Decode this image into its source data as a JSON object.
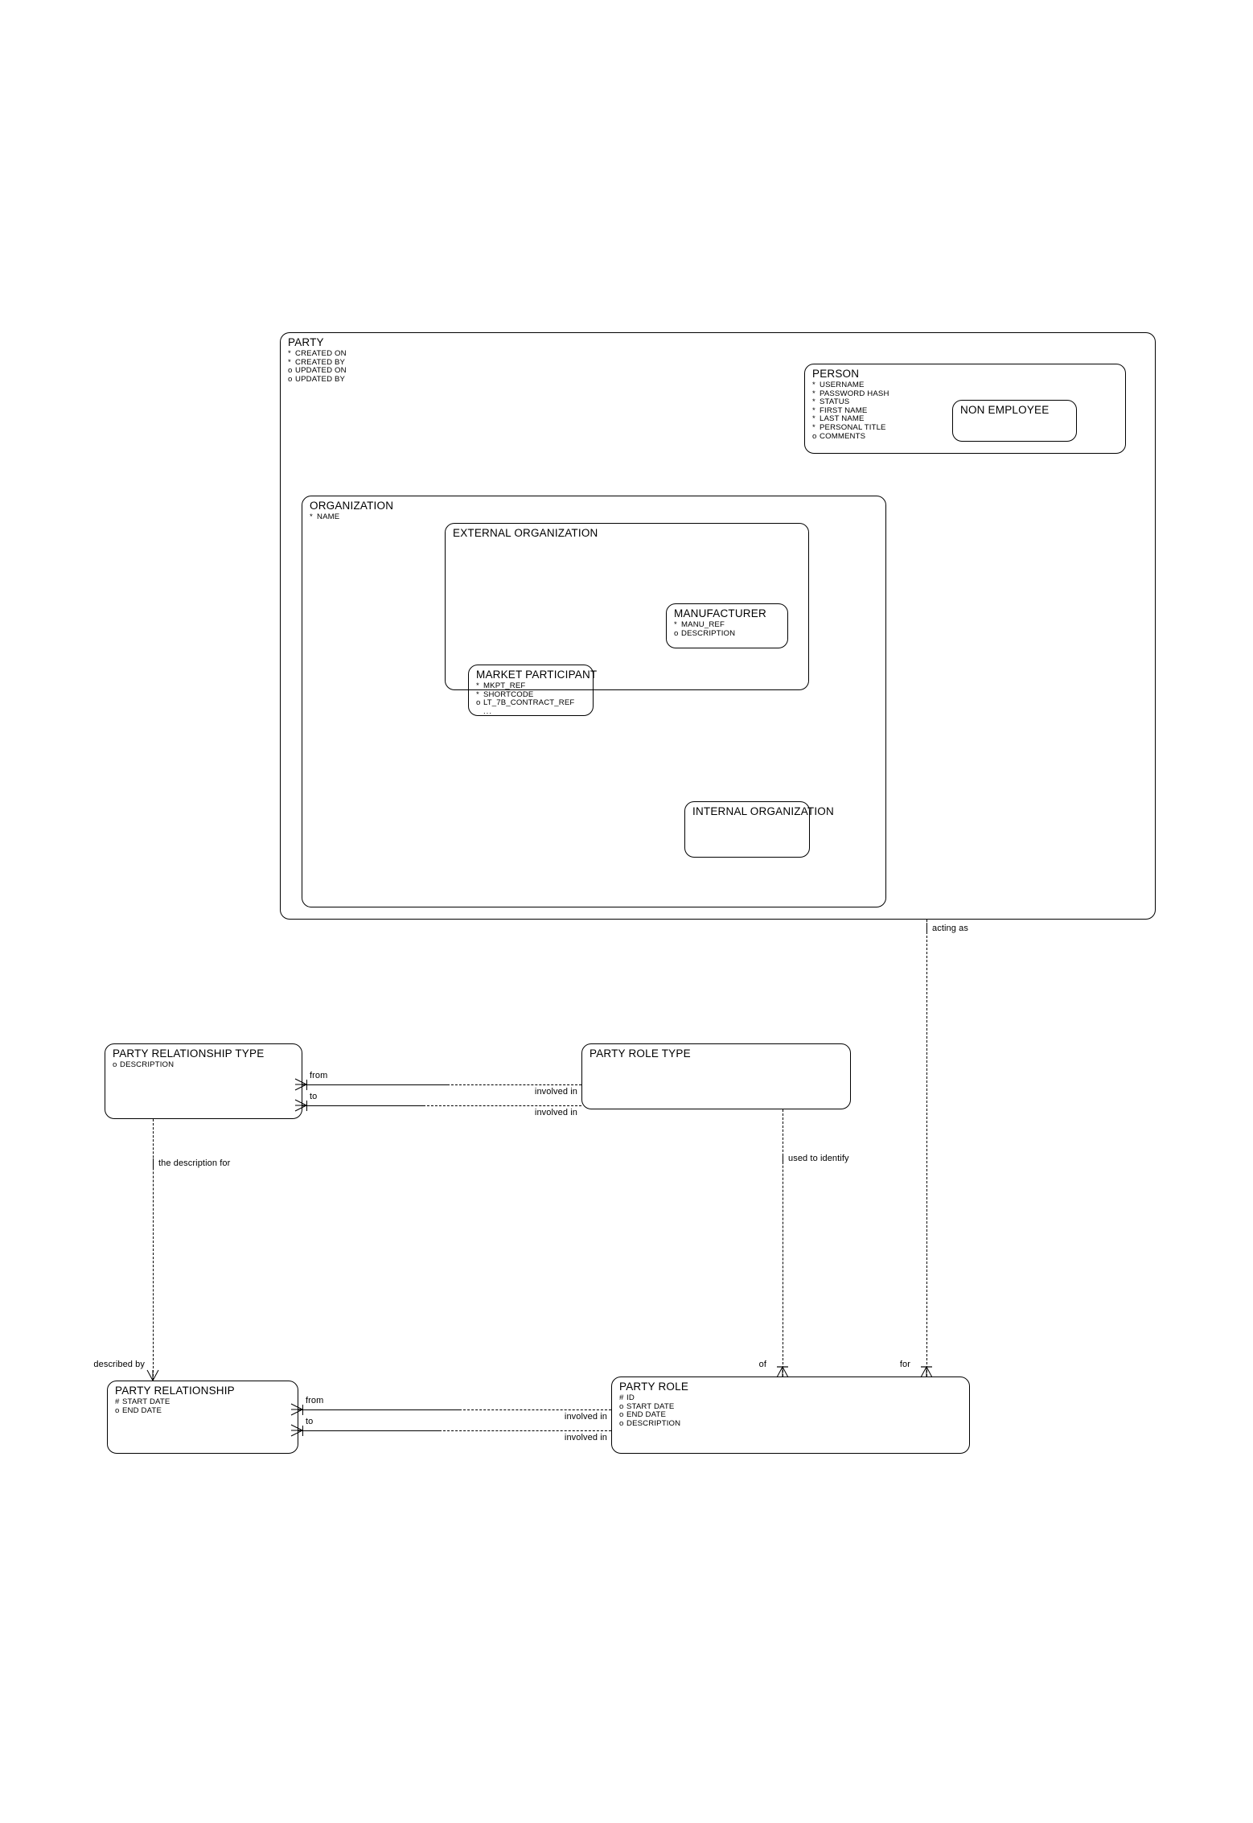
{
  "diagram": {
    "type": "entity-relationship-diagram",
    "notation": "barker",
    "title": "Party Data Model"
  },
  "entities": {
    "party": {
      "name": "PARTY",
      "attributes": [
        {
          "mark": "*",
          "label": "CREATED ON"
        },
        {
          "mark": "*",
          "label": "CREATED BY"
        },
        {
          "mark": "o",
          "label": "UPDATED ON"
        },
        {
          "mark": "o",
          "label": "UPDATED BY"
        }
      ]
    },
    "person": {
      "name": "PERSON",
      "attributes": [
        {
          "mark": "*",
          "label": "USERNAME"
        },
        {
          "mark": "*",
          "label": "PASSWORD HASH"
        },
        {
          "mark": "*",
          "label": "STATUS"
        },
        {
          "mark": "*",
          "label": "FIRST NAME"
        },
        {
          "mark": "*",
          "label": "LAST NAME"
        },
        {
          "mark": "*",
          "label": "PERSONAL TITLE"
        },
        {
          "mark": "o",
          "label": "COMMENTS"
        }
      ]
    },
    "non_employee": {
      "name": "NON EMPLOYEE",
      "attributes": []
    },
    "organization": {
      "name": "ORGANIZATION",
      "attributes": [
        {
          "mark": "*",
          "label": "NAME"
        }
      ]
    },
    "external_organization": {
      "name": "EXTERNAL ORGANIZATION",
      "attributes": []
    },
    "manufacturer": {
      "name": "MANUFACTURER",
      "attributes": [
        {
          "mark": "*",
          "label": "MANU_REF"
        },
        {
          "mark": "o",
          "label": "DESCRIPTION"
        }
      ]
    },
    "market_participant": {
      "name": "MARKET PARTICIPANT",
      "attributes": [
        {
          "mark": "*",
          "label": "MKPT_REF"
        },
        {
          "mark": "*",
          "label": "SHORTCODE"
        },
        {
          "mark": "o",
          "label": "LT_7B_CONTRACT_REF"
        },
        {
          "mark": "",
          "label": "..."
        }
      ]
    },
    "internal_organization": {
      "name": "INTERNAL ORGANIZATION",
      "attributes": []
    },
    "party_relationship_type": {
      "name": "PARTY RELATIONSHIP TYPE",
      "attributes": [
        {
          "mark": "o",
          "label": "DESCRIPTION"
        }
      ]
    },
    "party_role_type": {
      "name": "PARTY ROLE TYPE",
      "attributes": []
    },
    "party_relationship": {
      "name": "PARTY RELATIONSHIP",
      "attributes": [
        {
          "mark": "#",
          "label": "START DATE"
        },
        {
          "mark": "o",
          "label": "END DATE"
        }
      ]
    },
    "party_role": {
      "name": "PARTY ROLE",
      "attributes": [
        {
          "mark": "#",
          "label": "ID"
        },
        {
          "mark": "o",
          "label": "START DATE"
        },
        {
          "mark": "o",
          "label": "END DATE"
        },
        {
          "mark": "o",
          "label": "DESCRIPTION"
        }
      ]
    }
  },
  "relationship_labels": {
    "acting_as": "acting as",
    "prt_from": "from",
    "prt_to": "to",
    "prt_involved_in_1": "involved in",
    "prt_involved_in_2": "involved in",
    "the_description_for": "the description for",
    "used_to_identify": "used to identify",
    "described_by": "described by",
    "of": "of",
    "for": "for",
    "pr_from": "from",
    "pr_to": "to",
    "pr_involved_in_1": "involved in",
    "pr_involved_in_2": "involved in"
  },
  "colors": {
    "stroke": "#000000",
    "background": "#ffffff",
    "text": "#000000"
  }
}
